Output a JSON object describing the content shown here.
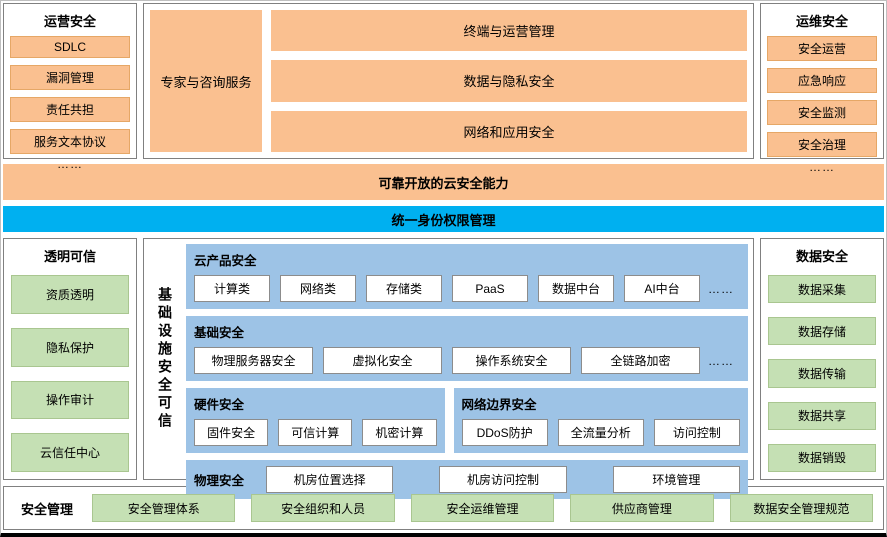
{
  "colors": {
    "orange": "#FAC090",
    "green": "#C5E0B4",
    "blue_banner": "#00B0F0",
    "panel_blue": "#9DC3E6"
  },
  "top": {
    "left_panel": {
      "title": "运营安全",
      "items": [
        "SDLC",
        "漏洞管理",
        "责任共担",
        "服务文本协议"
      ],
      "more": "……"
    },
    "center_panel": {
      "side_block": "专家与咨询服务",
      "bars": [
        "终端与运营管理",
        "数据与隐私安全",
        "网络和应用安全"
      ]
    },
    "right_panel": {
      "title": "运维安全",
      "items": [
        "安全运营",
        "应急响应",
        "安全监测",
        "安全治理"
      ],
      "more": "……"
    }
  },
  "banners": {
    "orange": "可靠开放的云安全能力",
    "blue": "统一身份权限管理"
  },
  "middle": {
    "left_panel": {
      "title": "透明可信",
      "items": [
        "资质透明",
        "隐私保护",
        "操作审计",
        "云信任中心"
      ]
    },
    "infra": {
      "vertical_title": "基础设施安全可信",
      "cloud_products": {
        "title": "云产品安全",
        "items": [
          "计算类",
          "网络类",
          "存储类",
          "PaaS",
          "数据中台",
          "AI中台"
        ],
        "more": "……"
      },
      "basic": {
        "title": "基础安全",
        "items": [
          "物理服务器安全",
          "虚拟化安全",
          "操作系统安全",
          "全链路加密"
        ],
        "more": "……"
      },
      "hardware": {
        "title": "硬件安全",
        "items": [
          "固件安全",
          "可信计算",
          "机密计算"
        ]
      },
      "network_edge": {
        "title": "网络边界安全",
        "items": [
          "DDoS防护",
          "全流量分析",
          "访问控制"
        ]
      },
      "physical": {
        "title": "物理安全",
        "items": [
          "机房位置选择",
          "机房访问控制",
          "环境管理"
        ]
      }
    },
    "right_panel": {
      "title": "数据安全",
      "items": [
        "数据采集",
        "数据存储",
        "数据传输",
        "数据共享",
        "数据销毁"
      ]
    }
  },
  "bottom": {
    "title": "安全管理",
    "items": [
      "安全管理体系",
      "安全组织和人员",
      "安全运维管理",
      "供应商管理",
      "数据安全管理规范"
    ]
  }
}
